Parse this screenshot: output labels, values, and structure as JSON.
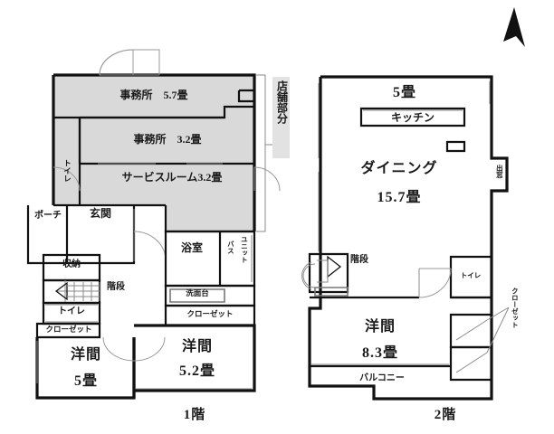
{
  "document": {
    "type": "floor-plan",
    "north_arrow": "north-arrow"
  },
  "colors": {
    "wall": "#111111",
    "thin_wall": "#6e6e6e",
    "shaded_fill": "#d9d9d9",
    "background": "#ffffff",
    "tag_bg": "#e2e2e2"
  },
  "floor1": {
    "caption": "1階",
    "shop_tag": "店舗部分",
    "rooms": [
      {
        "name": "事務所",
        "area": "5.7畳",
        "label": "事務所　5.7畳"
      },
      {
        "name": "事務所",
        "area": "3.2畳",
        "label": "事務所　3.2畳"
      },
      {
        "name": "サービスルーム",
        "area": "3.2畳",
        "label": "サービスルーム3.2畳"
      },
      {
        "name": "ポーチ",
        "area": "",
        "label": "ポーチ"
      },
      {
        "name": "玄関",
        "area": "",
        "label": "玄関"
      },
      {
        "name": "トイレ",
        "area": "",
        "label": "トイレ"
      },
      {
        "name": "収納",
        "area": "",
        "label": "収納"
      },
      {
        "name": "階段",
        "area": "",
        "label": "階段"
      },
      {
        "name": "トイレ",
        "area": "",
        "label": "トイレ"
      },
      {
        "name": "クローゼット",
        "area": "",
        "label": "クローゼット"
      },
      {
        "name": "浴室",
        "area": "",
        "label": "浴室"
      },
      {
        "name": "ユニット",
        "area": "",
        "label": "ユニット"
      },
      {
        "name": "バス",
        "area": "",
        "label": "バス"
      },
      {
        "name": "洗面台",
        "area": "",
        "label": "洗面台"
      },
      {
        "name": "クローゼット",
        "area": "",
        "label": "クローゼット"
      },
      {
        "name": "洋間",
        "area": "5畳",
        "label": "洋間"
      },
      {
        "name": "洋間",
        "area": "5.2畳",
        "label": "洋間"
      }
    ],
    "texts": {
      "office1": "事務所　5.7畳",
      "office2": "事務所　3.2畳",
      "service_room": "サービスルーム3.2畳",
      "porch": "ポーチ",
      "entrance": "玄関",
      "toilet_vertical": "トイレ",
      "storage": "収納",
      "stairs": "階段",
      "toilet": "トイレ",
      "closet_left": "クローゼット",
      "bathroom": "浴室",
      "unit": "ユニット",
      "bath": "バス",
      "washbasin": "洗面台",
      "closet_mid": "クローゼット",
      "room_west_name": "洋間",
      "room_west_area": "5畳",
      "room_east_name": "洋間",
      "room_east_area": "5.2畳"
    }
  },
  "floor2": {
    "caption": "2階",
    "texts": {
      "jo5": "5畳",
      "kitchen": "キッチン",
      "dining_name": "ダイニング",
      "dining_area": "15.7畳",
      "bay_window": "出窓",
      "stairs": "階段",
      "toilet": "トイレ",
      "closet": "クローゼット",
      "room_name": "洋間",
      "room_area": "8.3畳",
      "balcony": "バルコニー"
    },
    "rooms": [
      {
        "name": "5畳",
        "area": "5畳",
        "label": "5畳"
      },
      {
        "name": "キッチン",
        "area": "",
        "label": "キッチン"
      },
      {
        "name": "ダイニング",
        "area": "15.7畳",
        "label": "ダイニング"
      },
      {
        "name": "出窓",
        "area": "",
        "label": "出窓"
      },
      {
        "name": "階段",
        "area": "",
        "label": "階段"
      },
      {
        "name": "トイレ",
        "area": "",
        "label": "トイレ"
      },
      {
        "name": "クローゼット",
        "area": "",
        "label": "クローゼット"
      },
      {
        "name": "洋間",
        "area": "8.3畳",
        "label": "洋間"
      },
      {
        "name": "バルコニー",
        "area": "",
        "label": "バルコニー"
      }
    ]
  }
}
